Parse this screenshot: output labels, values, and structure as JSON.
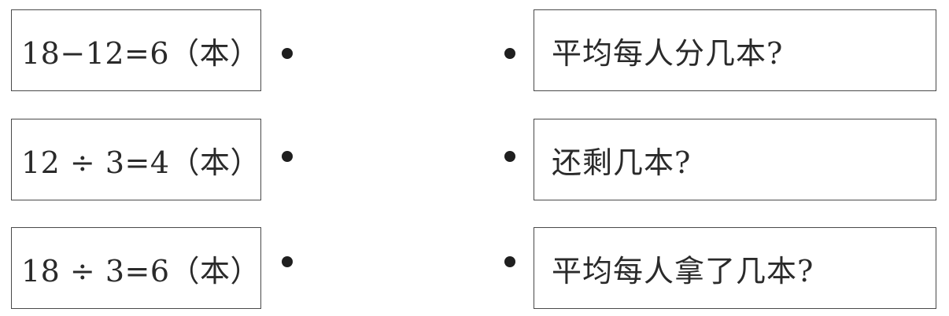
{
  "equations": [
    {
      "text": "18−12=6（本）"
    },
    {
      "text": "12 ÷ 3=4（本）"
    },
    {
      "text": "18 ÷ 3=6（本）"
    }
  ],
  "questions": [
    {
      "text": "平均每人分几本?"
    },
    {
      "text": "还剩几本?"
    },
    {
      "text": "平均每人拿了几本?"
    }
  ]
}
